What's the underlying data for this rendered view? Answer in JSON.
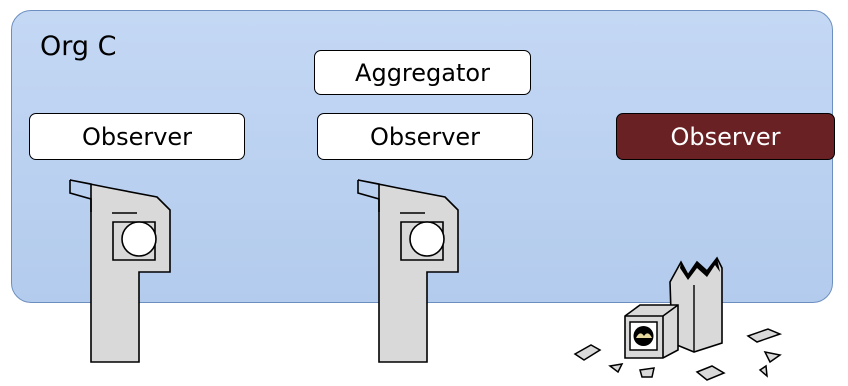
{
  "org": {
    "title": "Org C"
  },
  "aggregator": {
    "label": "Aggregator"
  },
  "observers": [
    {
      "label": "Observer",
      "status": "active"
    },
    {
      "label": "Observer",
      "status": "active"
    },
    {
      "label": "Observer",
      "status": "failed"
    }
  ],
  "colors": {
    "panel_fill": "#c4d8f4",
    "panel_border": "#6d8fbf",
    "failed_observer_fill": "#6a2124",
    "device_fill": "#d9d9d9"
  },
  "icons": [
    "camera-device-icon",
    "camera-device-icon",
    "broken-camera-device-icon"
  ]
}
